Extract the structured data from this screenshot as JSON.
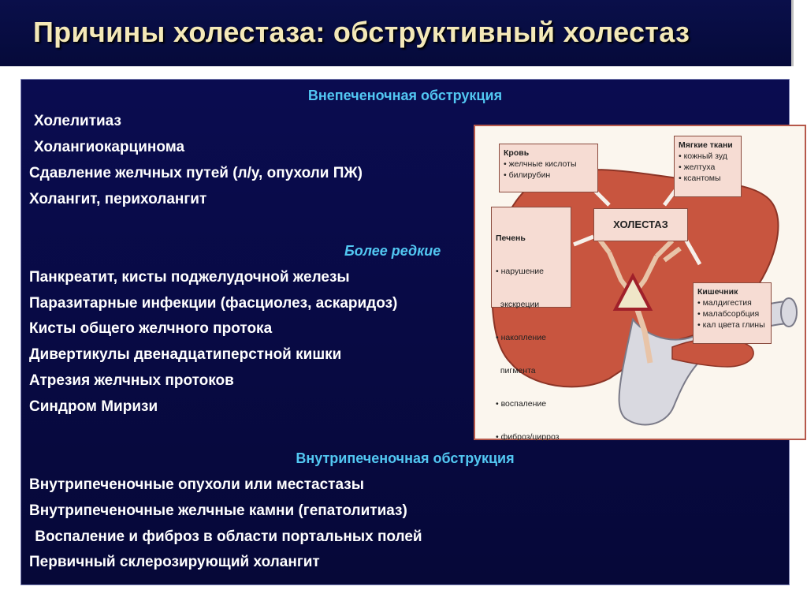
{
  "title": "Причины холестаза: обструктивный холестаз",
  "extrahepatic": {
    "heading": "Внепеченочная обструкция",
    "items": [
      "Холелитиаз",
      "Холангиокарцинома",
      "Сдавление желчных путей  (л/у, опухоли  ПЖ)",
      "Холангит, перихолангит"
    ]
  },
  "rare": {
    "heading": "Более редкие",
    "items": [
      "Панкреатит, кисты поджелудочной железы",
      "Паразитарные инфекции  (фасциолез, аскаридоз)",
      "Кисты общего желчного протока",
      "Дивертикулы двенадцатиперстной кишки",
      "Атрезия желчных протоков",
      "Синдром Миризи"
    ]
  },
  "intrahepatic": {
    "heading": "Внутрипеченочная обструкция",
    "items": [
      "Внутрипеченочные опухоли или местастазы",
      "Внутрипеченочные желчные камни (гепатолитиаз)",
      " Воспаление и фиброз в области портальных полей",
      "Первичный склерозирующий холангит"
    ]
  },
  "figure": {
    "center_label": "ХОЛЕСТАЗ",
    "blood": {
      "heading": "Кровь",
      "items": [
        "• желчные кислоты",
        "• билирубин"
      ]
    },
    "soft_tissue": {
      "heading": "Мягкие ткани",
      "items": [
        "• кожный зуд",
        "• желтуха",
        "• ксантомы"
      ]
    },
    "liver": {
      "heading": "Печень",
      "items": [
        "• нарушение",
        "  экскреции",
        "• накопление",
        "  пигмента",
        "• воспаление",
        "• фиброз/цирроз"
      ]
    },
    "intestine": {
      "heading": "Кишечник",
      "items": [
        "• малдигестия",
        "• малабсорбция",
        "• кал цвета глины"
      ]
    },
    "colors": {
      "liver": "#c8553f",
      "intestine": "#d9d9e0",
      "box_fill": "#f6dcd3",
      "border": "#b6584a"
    }
  }
}
